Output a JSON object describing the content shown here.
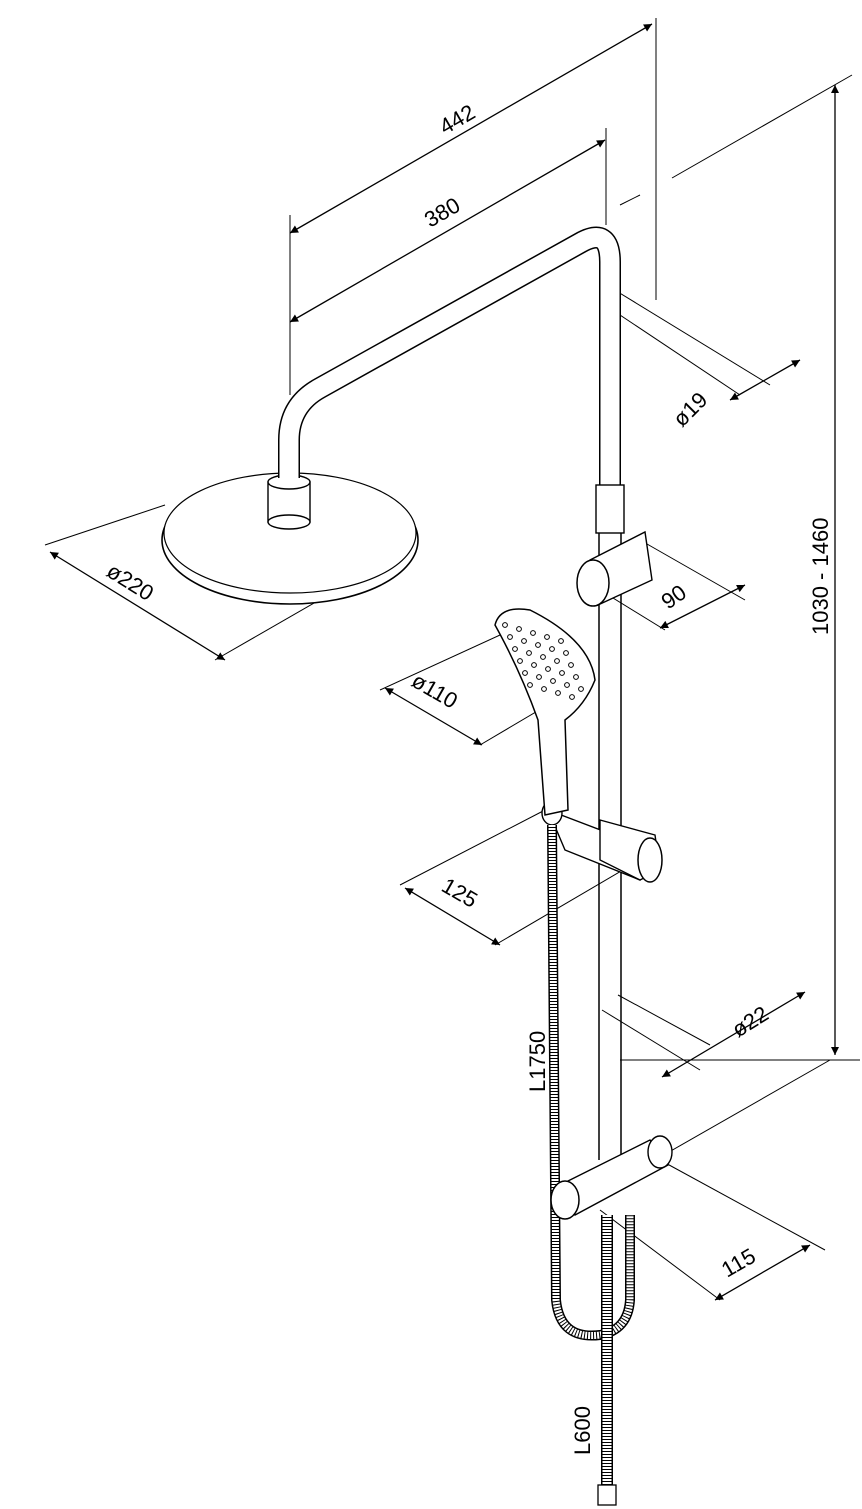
{
  "drawing": {
    "title": "Shower system dimension drawing",
    "line_color": "#000000",
    "background": "#ffffff",
    "dimensions": {
      "arm_projection_total": "442",
      "arm_projection": "380",
      "upper_pipe_diameter": "ø19",
      "height_range": "1030 - 1460",
      "upper_holder_depth": "90",
      "overhead_shower_diameter": "ø220",
      "hand_shower_diameter": "ø110",
      "slider_depth": "125",
      "lower_pipe_diameter": "ø22",
      "hose_length": "L1750",
      "bottom_holder_depth": "115",
      "lower_hose_length": "L600"
    }
  }
}
